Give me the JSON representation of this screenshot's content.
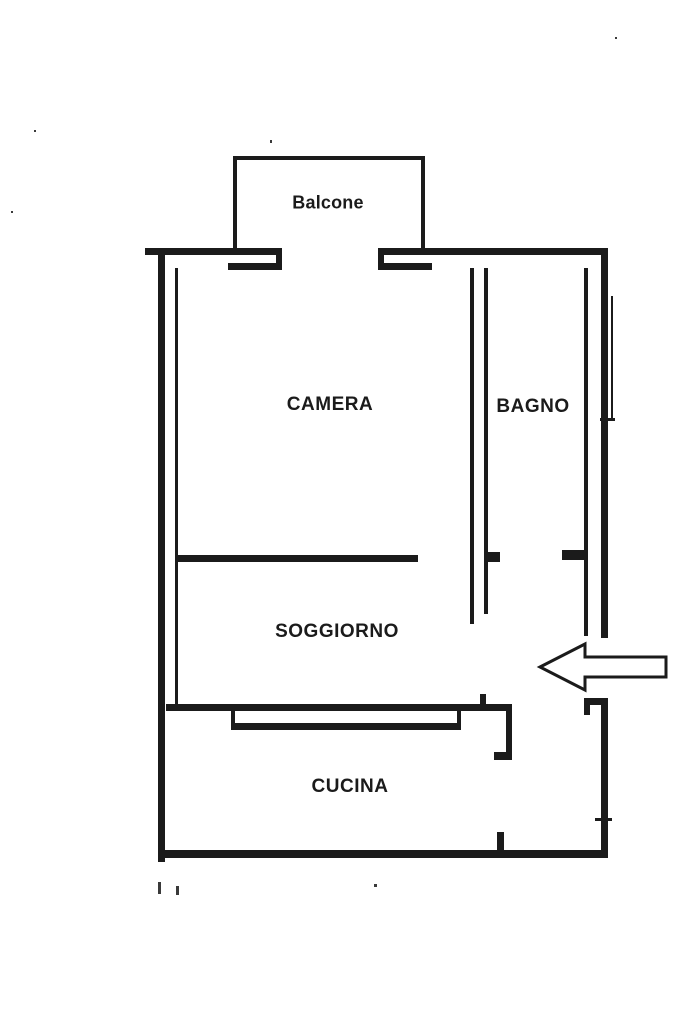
{
  "colors": {
    "background": "#ffffff",
    "line": "#1b1b1b"
  },
  "floorplan": {
    "rooms": [
      {
        "id": "balcone",
        "label": "Balcone"
      },
      {
        "id": "camera",
        "label": "CAMERA"
      },
      {
        "id": "bagno",
        "label": "BAGNO"
      },
      {
        "id": "soggiorno",
        "label": "SOGGIORNO"
      },
      {
        "id": "cucina",
        "label": "CUCINA"
      }
    ],
    "entrance_arrow": {
      "direction": "left"
    }
  }
}
